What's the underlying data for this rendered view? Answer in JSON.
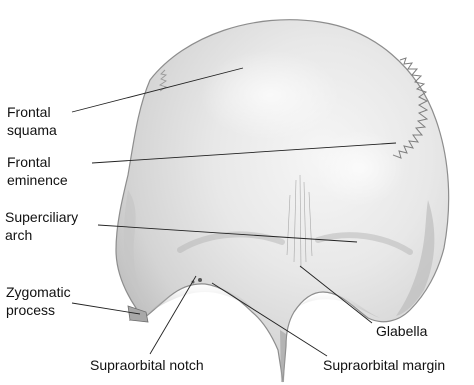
{
  "labels": {
    "frontal_squama": [
      "Frontal",
      "squama"
    ],
    "frontal_eminence": [
      "Frontal",
      "eminence"
    ],
    "superciliary_arch": [
      "Superciliary",
      "arch"
    ],
    "zygomatic_process": [
      "Zygomatic",
      "process"
    ],
    "glabella": "Glabella",
    "supraorbital_notch": "Supraorbital notch",
    "supraorbital_margin": "Supraorbital margin"
  },
  "colors": {
    "bone_light": "#f4f4f4",
    "bone_mid": "#d6d6d6",
    "bone_dark": "#9a9a9a",
    "leader_line": "#222222",
    "text": "#111111"
  }
}
